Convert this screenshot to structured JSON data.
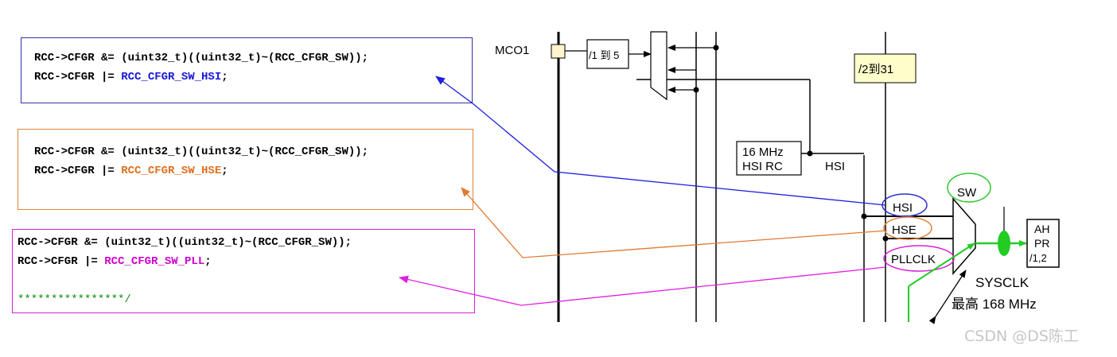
{
  "code_boxes": {
    "hsi": {
      "line1": "RCC->CFGR &= (uint32_t)((uint32_t)~(RCC_CFGR_SW));",
      "line2_prefix": "RCC->CFGR |= ",
      "line2_const": "RCC_CFGR_SW_HSI",
      "line2_suffix": ";"
    },
    "hse": {
      "line1": "RCC->CFGR &= (uint32_t)((uint32_t)~(RCC_CFGR_SW));",
      "line2_prefix": "RCC->CFGR |= ",
      "line2_const": "RCC_CFGR_SW_HSE",
      "line2_suffix": ";"
    },
    "pll": {
      "line1": "RCC->CFGR &= (uint32_t)((uint32_t)~(RCC_CFGR_SW));",
      "line2_prefix": "RCC->CFGR |= ",
      "line2_const": "RCC_CFGR_SW_PLL",
      "line2_suffix": ";",
      "comment": "****************/"
    }
  },
  "clock_diagram": {
    "mco1_label": "MCO1",
    "mco1_prescaler": "/1 到 5",
    "rtc_prescaler": "/2到31",
    "hsi_rc_line1": "16 MHz",
    "hsi_rc_line2": "HSI RC",
    "hsi_wire_label": "HSI",
    "sw_label": "SW",
    "mux_inputs": [
      "HSI",
      "HSE",
      "PLLCLK"
    ],
    "ahb_prescaler_lines": [
      "AH",
      "PR",
      "/1,2"
    ],
    "sysclk_label": "SYSCLK",
    "sysclk_max": "最高 168 MHz"
  },
  "colors": {
    "hsi": "#3030a8",
    "hse": "#e0823a",
    "pll": "#d81fd8",
    "sw_circle": "#2fc82f",
    "sysclk_path": "#22cc22"
  },
  "watermark": "CSDN @DS陈工"
}
